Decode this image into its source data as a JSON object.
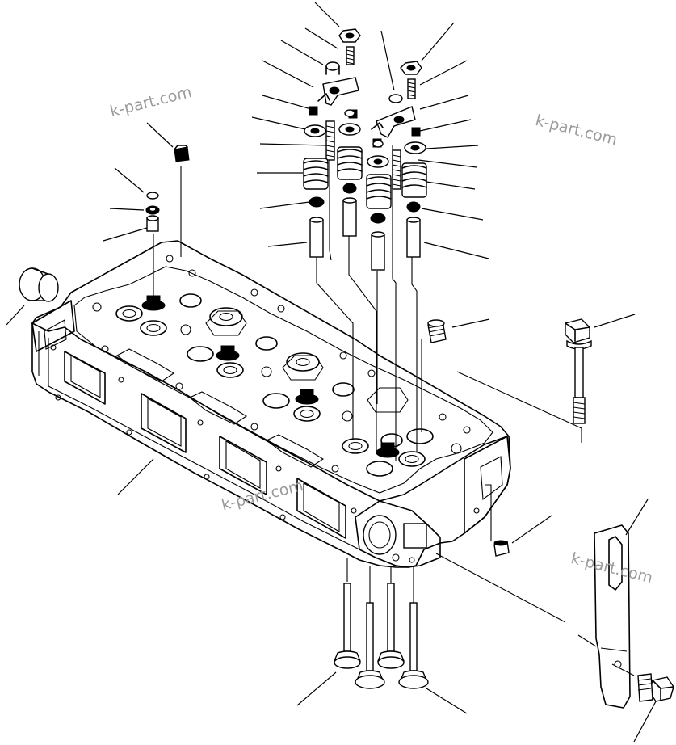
{
  "diagram": {
    "type": "exploded-parts-view",
    "subject": "cylinder head assembly",
    "watermarks": [
      "k-part.com",
      "k-part.com",
      "k-part.com",
      "k-part.com"
    ],
    "colors": {
      "line": "#000000",
      "background": "#ffffff",
      "watermark": "#9a9a9a"
    }
  }
}
